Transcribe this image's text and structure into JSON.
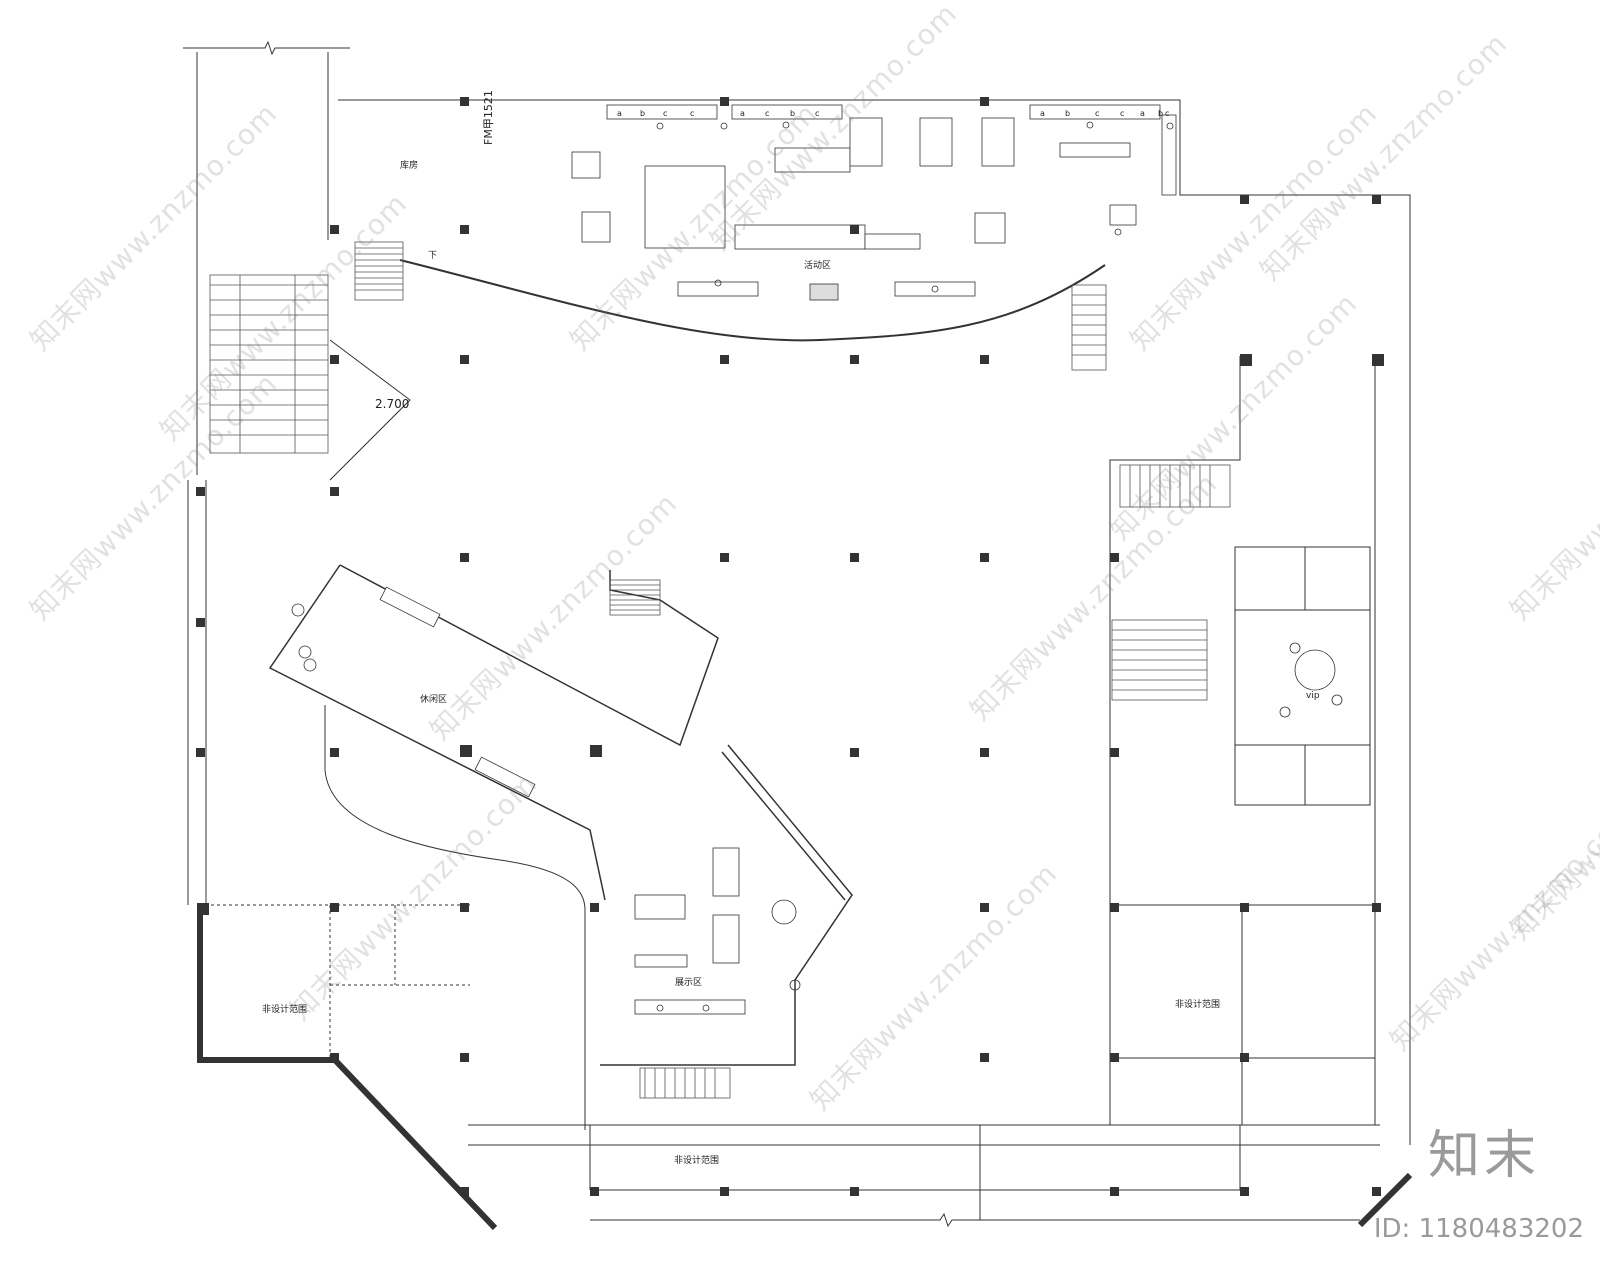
{
  "labels": {
    "door_code": "FM甲1521",
    "room_small": "库房",
    "down_arrow": "下",
    "activity_area": "活动区",
    "elevation": "2.700",
    "leisure_area": "休闲区",
    "display_area": "展示区",
    "vip": "vip",
    "non_design_left": "非设计范围",
    "non_design_right": "非设计范围",
    "non_design_bottom": "非设计范围",
    "letters_top": [
      "a",
      "b",
      "c",
      "c",
      "a",
      "c",
      "b",
      "c",
      "a",
      "b",
      "c",
      "c",
      "a",
      "b",
      "c"
    ]
  },
  "watermark": {
    "text": "知末网www.znzmo.com",
    "brand": "知末",
    "id": "ID: 1180483202"
  }
}
